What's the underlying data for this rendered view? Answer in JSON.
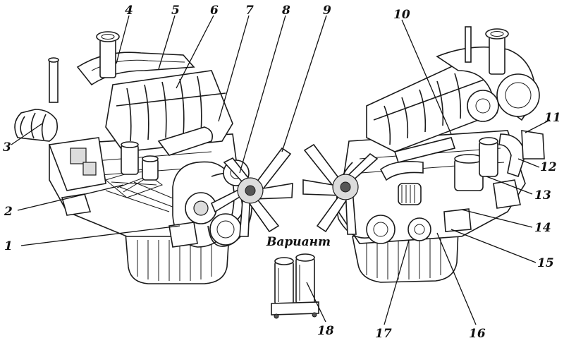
{
  "variant_label": "Вариант",
  "callouts": [
    {
      "id": "1",
      "text": "1"
    },
    {
      "id": "2",
      "text": "2"
    },
    {
      "id": "3",
      "text": "3"
    },
    {
      "id": "4",
      "text": "4"
    },
    {
      "id": "5",
      "text": "5"
    },
    {
      "id": "6",
      "text": "6"
    },
    {
      "id": "7",
      "text": "7"
    },
    {
      "id": "8",
      "text": "8"
    },
    {
      "id": "9",
      "text": "9"
    },
    {
      "id": "10",
      "text": "10"
    },
    {
      "id": "11",
      "text": "11"
    },
    {
      "id": "12",
      "text": "12"
    },
    {
      "id": "13",
      "text": "13"
    },
    {
      "id": "14",
      "text": "14"
    },
    {
      "id": "15",
      "text": "15"
    },
    {
      "id": "16",
      "text": "16"
    },
    {
      "id": "17",
      "text": "17"
    },
    {
      "id": "18",
      "text": "18"
    }
  ]
}
